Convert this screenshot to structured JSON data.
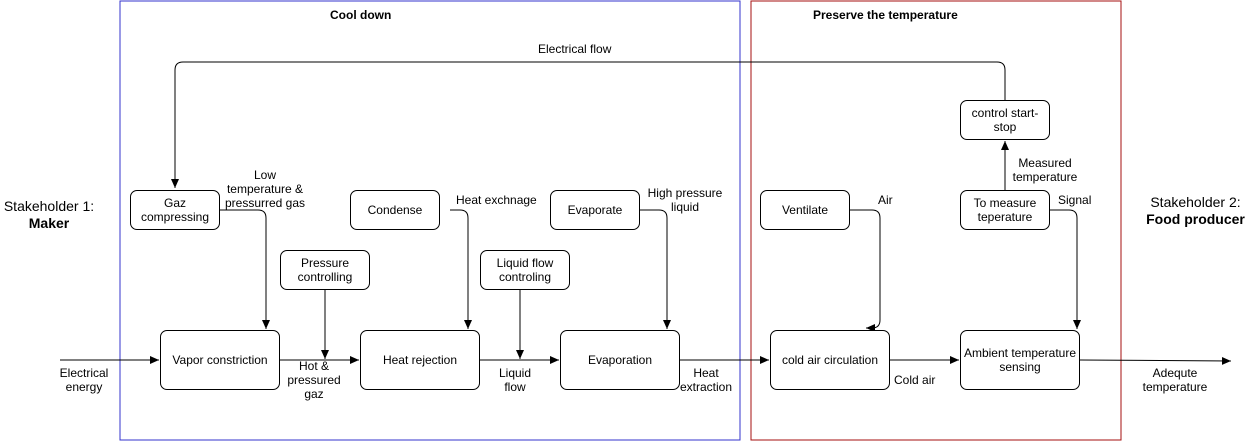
{
  "groups": {
    "cool_down": {
      "title": "Cool down",
      "color": "#3333cc"
    },
    "preserve": {
      "title": "Preserve the temperature",
      "color": "#a50f0f"
    }
  },
  "stakeholders": {
    "left": {
      "line1": "Stakeholder 1:",
      "name": "Maker"
    },
    "right": {
      "line1": "Stakeholder 2:",
      "name": "Food producer"
    }
  },
  "boxes": {
    "gaz_compressing": "Gaz\ncompressing",
    "pressure_controlling": "Pressure\ncontrolling",
    "condense": "Condense",
    "liquid_flow_controlling": "Liquid flow\ncontroling",
    "evaporate": "Evaporate",
    "vapor_constriction": "Vapor constriction",
    "heat_rejection": "Heat rejection",
    "evaporation": "Evaporation",
    "ventilate": "Ventilate",
    "cold_air_circulation": "cold air circulation",
    "control_start_stop": "control start-\nstop",
    "to_measure_temperature": "To measure\nteperature",
    "ambient_temperature_sensing": "Ambient temperature\nsensing"
  },
  "labels": {
    "electrical_flow": "Electrical flow",
    "electrical_energy": "Electrical\nenergy",
    "low_temp_gas": "Low\ntemperature &\npressurred gas",
    "hot_pressured_gaz": "Hot &\npressured\ngaz",
    "heat_exchange": "Heat exchnage",
    "liquid_flow": "Liquid\nflow",
    "high_pressure_liquid": "High pressure\nliquid",
    "heat_extraction": "Heat\nextraction",
    "air": "Air",
    "cold_air": "Cold air",
    "measured_temperature": "Measured\ntemperature",
    "signal": "Signal",
    "adequate_temperature": "Adequte\ntemperature"
  }
}
